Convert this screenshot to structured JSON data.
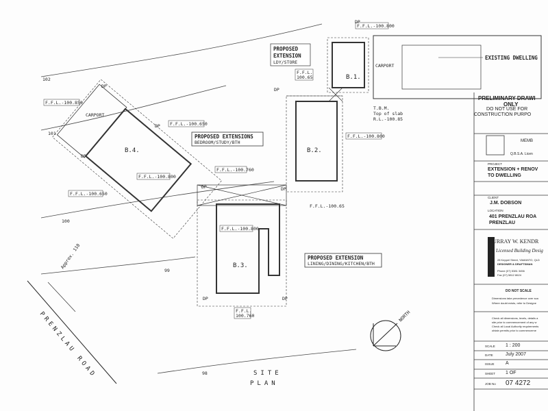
{
  "plan": {
    "title_line1": "SITE",
    "title_line2": "PLAN",
    "road": "PRENZLAU ROAD",
    "approx": "Approx. 110",
    "north": "NORTH",
    "existing": "EXISTING DWELLING",
    "carport": "CARPORT",
    "carport_left": "CARPORT",
    "ext1_l1": "PROPOSED",
    "ext1_l2": "EXTENSION",
    "ext1_l3": "LDY/STORE",
    "ext2_l1": "PROPOSED EXTENSIONS",
    "ext2_l2": "BEDROOM/STUDY/BTH",
    "ext3_l1": "PROPOSED EXTENSION",
    "ext3_l2": "LINING/DINING/KITCHEN/BTH",
    "b1": "B.1.",
    "b2": "B.2.",
    "b3": "B.3.",
    "b4": "B.4.",
    "tbm_l1": "T.B.M.",
    "tbm_l2": "Top of slab",
    "tbm_l3": "R.L.-100.85",
    "ffl_a": "F.F.L.-100.800",
    "ffl_b": "F.F.L.",
    "ffl_b2": "100.65",
    "ffl_c": "F.F.L.-100.850",
    "ffl_d": "F.F.L.-100.650",
    "ffl_e": "F.F.L.-100.800",
    "ffl_f": "F.F.L.-100.650",
    "ffl_g": "F.F.L.-100.760",
    "ffl_h": "F.F.L.-100.800",
    "ffl_i": "F.F.L.-100.65",
    "ffl_j": "F.F.L.-100.800",
    "ffl_k": "F.F.L.",
    "ffl_k2": "100.760",
    "c102": "102",
    "c101": "101",
    "c100": "100",
    "c99": "99",
    "c98": "98",
    "dp": "DP"
  },
  "title_block": {
    "prelim_l1": "PRELIMINARY DRAWI",
    "prelim_l2": "ONLY",
    "prelim_l3": "DO NOT USE FOR",
    "prelim_l4": "CONSTRUCTION PURPO",
    "logo_text": "MEMB",
    "qbsa": "Q.B.S.A. Licen",
    "project_label": "PROJECT",
    "project_l1": "EXTENSION + RENOV",
    "project_l2": "TO DWELLING",
    "client_label": "CLIENT",
    "client": "J.M. DOBSON",
    "location_label": "LOCATION",
    "location_l1": "401 PRENZLAU ROA",
    "location_l2": "PRENZLAU",
    "firm": "MURRAY W. KENDR",
    "firm_sub": "Licensed Building Desig",
    "firm_addr1": "28 Keppel Street, YAMANTO, QLD",
    "firm_addr2": "DESIGNER & DRAFTSMAN",
    "firm_phone": "Phone (07) 5381 3456",
    "firm_fax": "Fax (07) 5812 8624",
    "dns": "DO NOT SCALE",
    "note1": "Dimensions take precedence over sca",
    "note2": "Where doubt exists, refer to Designe",
    "note3": "Check all dimensions, levels, details a",
    "note4": "site prior to commencement of any w",
    "note5": "Check all Local Authority requirements",
    "note6": "obtain permits prior to commenceme",
    "scale_label": "SCALE",
    "scale": "1 : 200",
    "date_label": "DATE",
    "date": "July 2007",
    "issue_label": "ISSUE",
    "issue": "A",
    "sheet_label": "SHEET",
    "sheet": "1  OF",
    "job_label": "JOB No",
    "job": "07 4272"
  }
}
